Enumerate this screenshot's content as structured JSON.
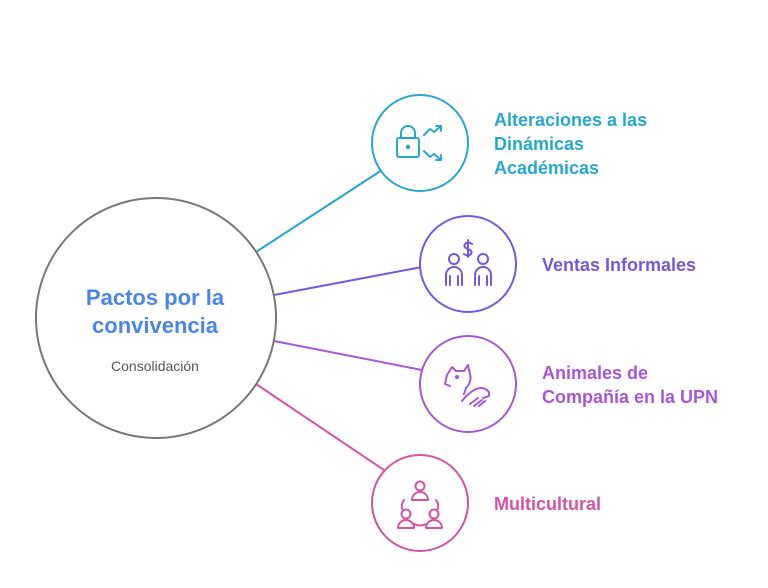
{
  "hub": {
    "title": "Pactos por la\nconvivencia",
    "subtitle": "Consolidación"
  },
  "nodes": [
    {
      "label": "Alteraciones a las\nDinámicas\nAcadémicas",
      "color": "#27a6d1",
      "icon": "lock-trend-icon"
    },
    {
      "label": "Ventas Informales",
      "color": "#7557e0",
      "icon": "people-money-icon"
    },
    {
      "label": "Animales de\nCompañía en la UPN",
      "color": "#a955d4",
      "icon": "pet-hand-icon"
    },
    {
      "label": "Multicultural",
      "color": "#d453a6",
      "icon": "group-network-icon"
    }
  ]
}
